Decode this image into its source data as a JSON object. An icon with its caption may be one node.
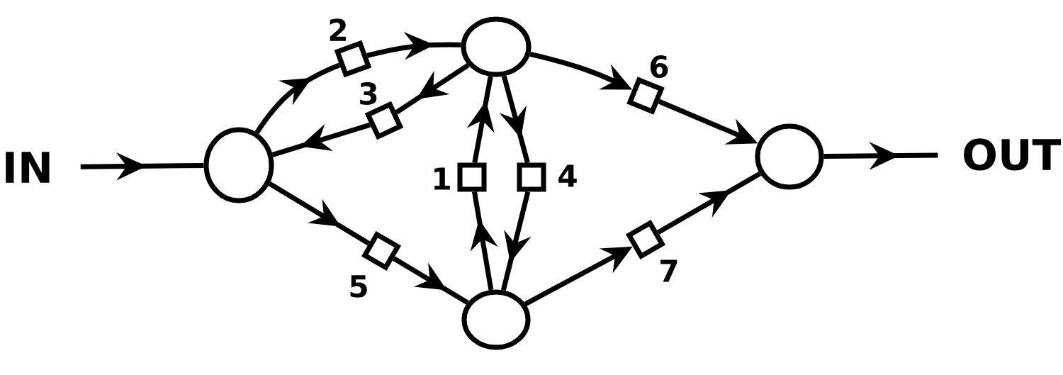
{
  "diagram": {
    "nodes": [
      {
        "text": [
          "IN"
        ]
      },
      {
        "text": [],
        "shape": "circle"
      },
      {
        "text": [],
        "shape": "box",
        "beside": [
          "2"
        ]
      },
      {
        "text": [],
        "shape": "box",
        "beside": [
          "3"
        ]
      },
      {
        "text": [],
        "shape": "box",
        "beside": [
          "5"
        ]
      },
      {
        "text": [],
        "shape": "box",
        "beside": [
          "1"
        ]
      },
      {
        "text": [],
        "shape": "circle"
      },
      {
        "text": [],
        "shape": "circle"
      },
      {
        "text": [],
        "shape": "box",
        "beside": [
          "4"
        ]
      },
      {
        "text": [],
        "shape": "box",
        "beside": [
          "6"
        ]
      },
      {
        "text": [],
        "shape": "box",
        "beside": [
          "7"
        ]
      },
      {
        "text": [],
        "shape": "circle"
      },
      {
        "text": [
          "OUT"
        ]
      }
    ],
    "edges": [
      {
        "from": 0,
        "to": 1,
        "arrow": "to"
      },
      {
        "from": 1,
        "to": 2,
        "arrow": "to"
      },
      {
        "from": 2,
        "to": 6,
        "arrow": "to"
      },
      {
        "from": 6,
        "to": 3,
        "arrow": "to"
      },
      {
        "from": 3,
        "to": 1,
        "arrow": "to"
      },
      {
        "from": 1,
        "to": 4,
        "arrow": "to"
      },
      {
        "from": 4,
        "to": 7,
        "arrow": "to"
      },
      {
        "from": 7,
        "to": 5,
        "arrow": "to"
      },
      {
        "from": 5,
        "to": 6,
        "arrow": "to"
      },
      {
        "from": 6,
        "to": 8,
        "arrow": "to"
      },
      {
        "from": 8,
        "to": 7,
        "arrow": "to"
      },
      {
        "from": 6,
        "to": 9,
        "arrow": "to"
      },
      {
        "from": 9,
        "to": 11,
        "arrow": "to"
      },
      {
        "from": 7,
        "to": 10,
        "arrow": "to"
      },
      {
        "from": 10,
        "to": 11,
        "arrow": "to"
      },
      {
        "from": 11,
        "to": 12,
        "arrow": "to"
      }
    ]
  }
}
